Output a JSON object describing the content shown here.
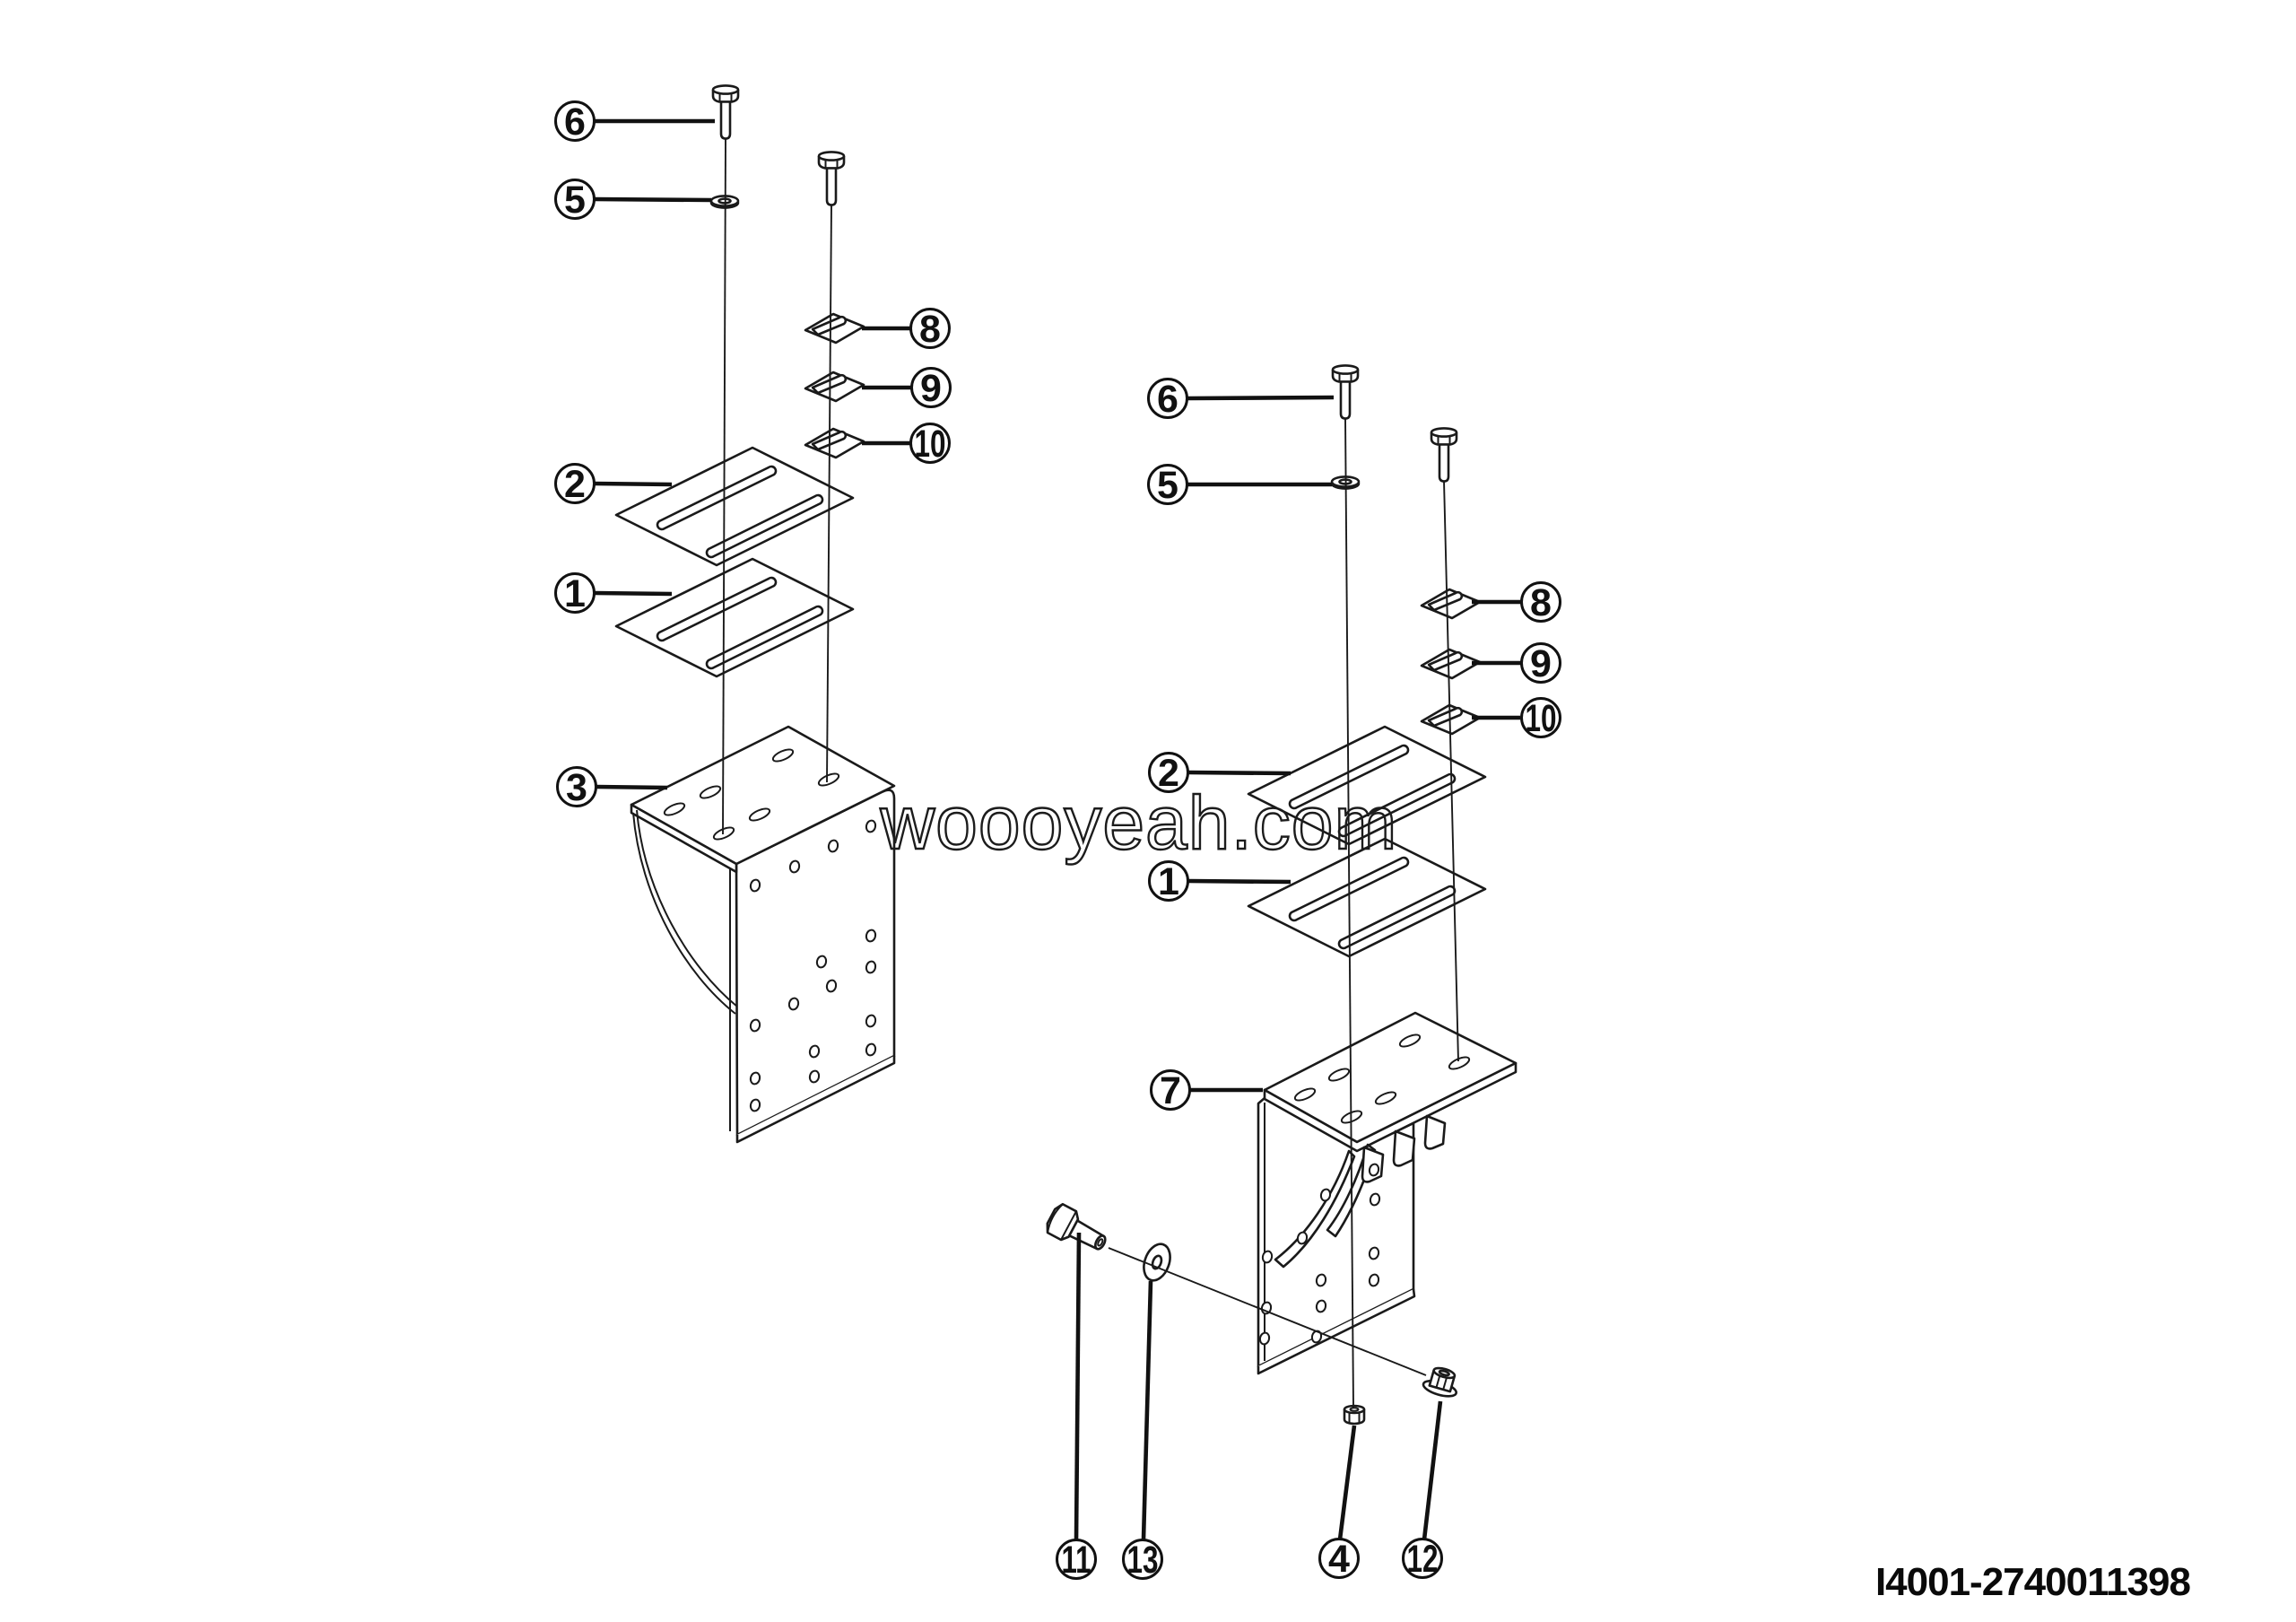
{
  "figure": {
    "watermark": "woooyeah.com",
    "part_number": "I4001-2740011398",
    "background_color": "#ffffff",
    "line_color": "#1a1a1a"
  },
  "callouts": {
    "left": {
      "bolt": "6",
      "washer": "5",
      "shim_top": "8",
      "shim_middle": "9",
      "shim_bottom": "10",
      "plate_upper": "2",
      "plate_lower": "1",
      "bracket": "3"
    },
    "right": {
      "bolt": "6",
      "washer": "5",
      "shim_top": "8",
      "shim_middle": "9",
      "shim_bottom": "10",
      "plate_upper": "2",
      "plate_lower": "1",
      "bracket": "7",
      "side_bolt": "11",
      "side_washer": "13",
      "nut": "4",
      "flange_nut": "12"
    }
  }
}
